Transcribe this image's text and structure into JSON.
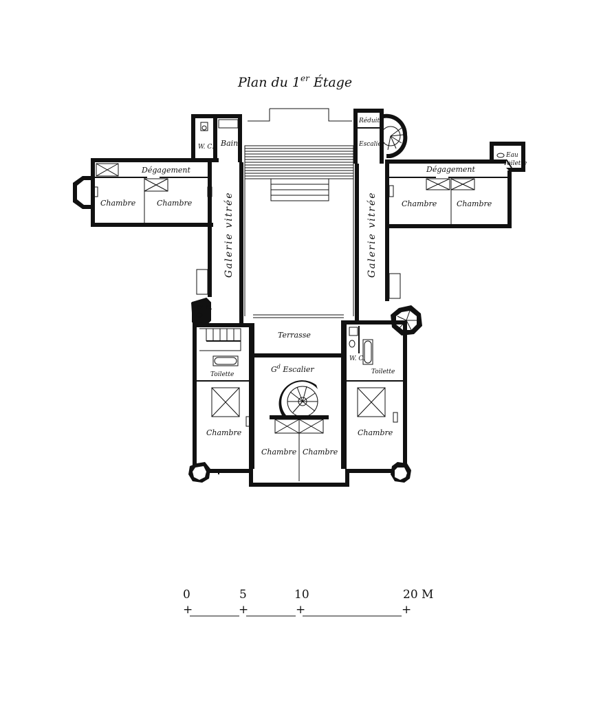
{
  "title": {
    "main": "Plan du 1",
    "superscript": "er",
    "suffix": " Étage"
  },
  "rooms": {
    "left_wing": {
      "degagement": "Dégagement",
      "chambre_1": "Chambre",
      "chambre_2": "Chambre",
      "wc": "W. C.",
      "bain": "Bain"
    },
    "right_wing": {
      "reduit": "Réduit",
      "escalier": "Escalier",
      "degagement": "Dégagement",
      "chambre_1": "Chambre",
      "chambre_2": "Chambre",
      "eau": "Eau",
      "toilette": "Toilette"
    },
    "galerie_left": "Galerie vitrée",
    "galerie_right": "Galerie vitrée",
    "wc_left_lower": "W. C.",
    "terrasse": "Terrasse",
    "wc_center": "W. C.",
    "gd_escalier_abbr": "G",
    "gd_escalier_sup": "d",
    "gd_escalier": " Escalier",
    "toilette_left": "Toilette",
    "toilette_right": "Toilette",
    "chambre_lower_left": "Chambre",
    "chambre_lower_center_1": "Chambre",
    "chambre_lower_center_2": "Chambre",
    "chambre_lower_right": "Chambre"
  },
  "scale": {
    "tick_0": "0",
    "tick_5": "5",
    "tick_10": "10",
    "tick_20": "20 M",
    "plus": "+"
  }
}
